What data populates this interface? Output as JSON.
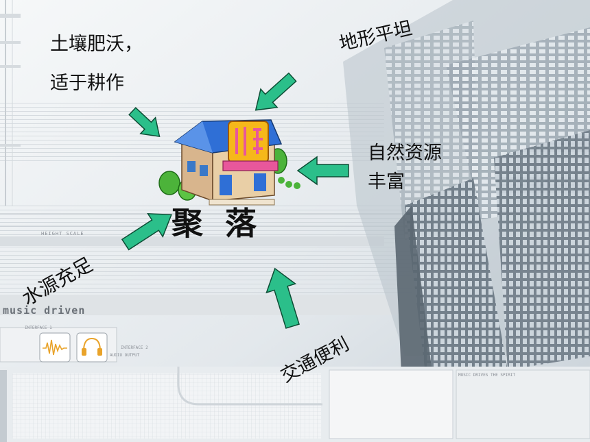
{
  "labels": {
    "fertile_line1": "土壤肥沃，",
    "fertile_line2": "适于耕作",
    "terrain": "地形平坦",
    "resources_line1": "自然资源",
    "resources_line2": "丰富",
    "title": "聚  落",
    "water": "水源充足",
    "transport": "交通便利"
  },
  "background_text": {
    "height_scale": "HEIGHT SCALE",
    "music_driven": "music driven",
    "interface_1": "INTERFACE 1",
    "interface_2": "INTERFACE 2",
    "audio_output": "AUDIO OUTPUT",
    "music_drives": "MUSIC DRIVES THE SPIRIT"
  },
  "colors": {
    "arrow_fill": "#2bbf8a",
    "arrow_stroke": "#0d4d35",
    "building_roof": "#2f6fd6",
    "sign_yellow": "#f6b81a",
    "sign_pink": "#e8579b",
    "tree_green": "#4cb33a"
  },
  "icons": {
    "building": "house-building-icon",
    "waveform": "waveform-icon",
    "headphones": "headphones-icon"
  }
}
